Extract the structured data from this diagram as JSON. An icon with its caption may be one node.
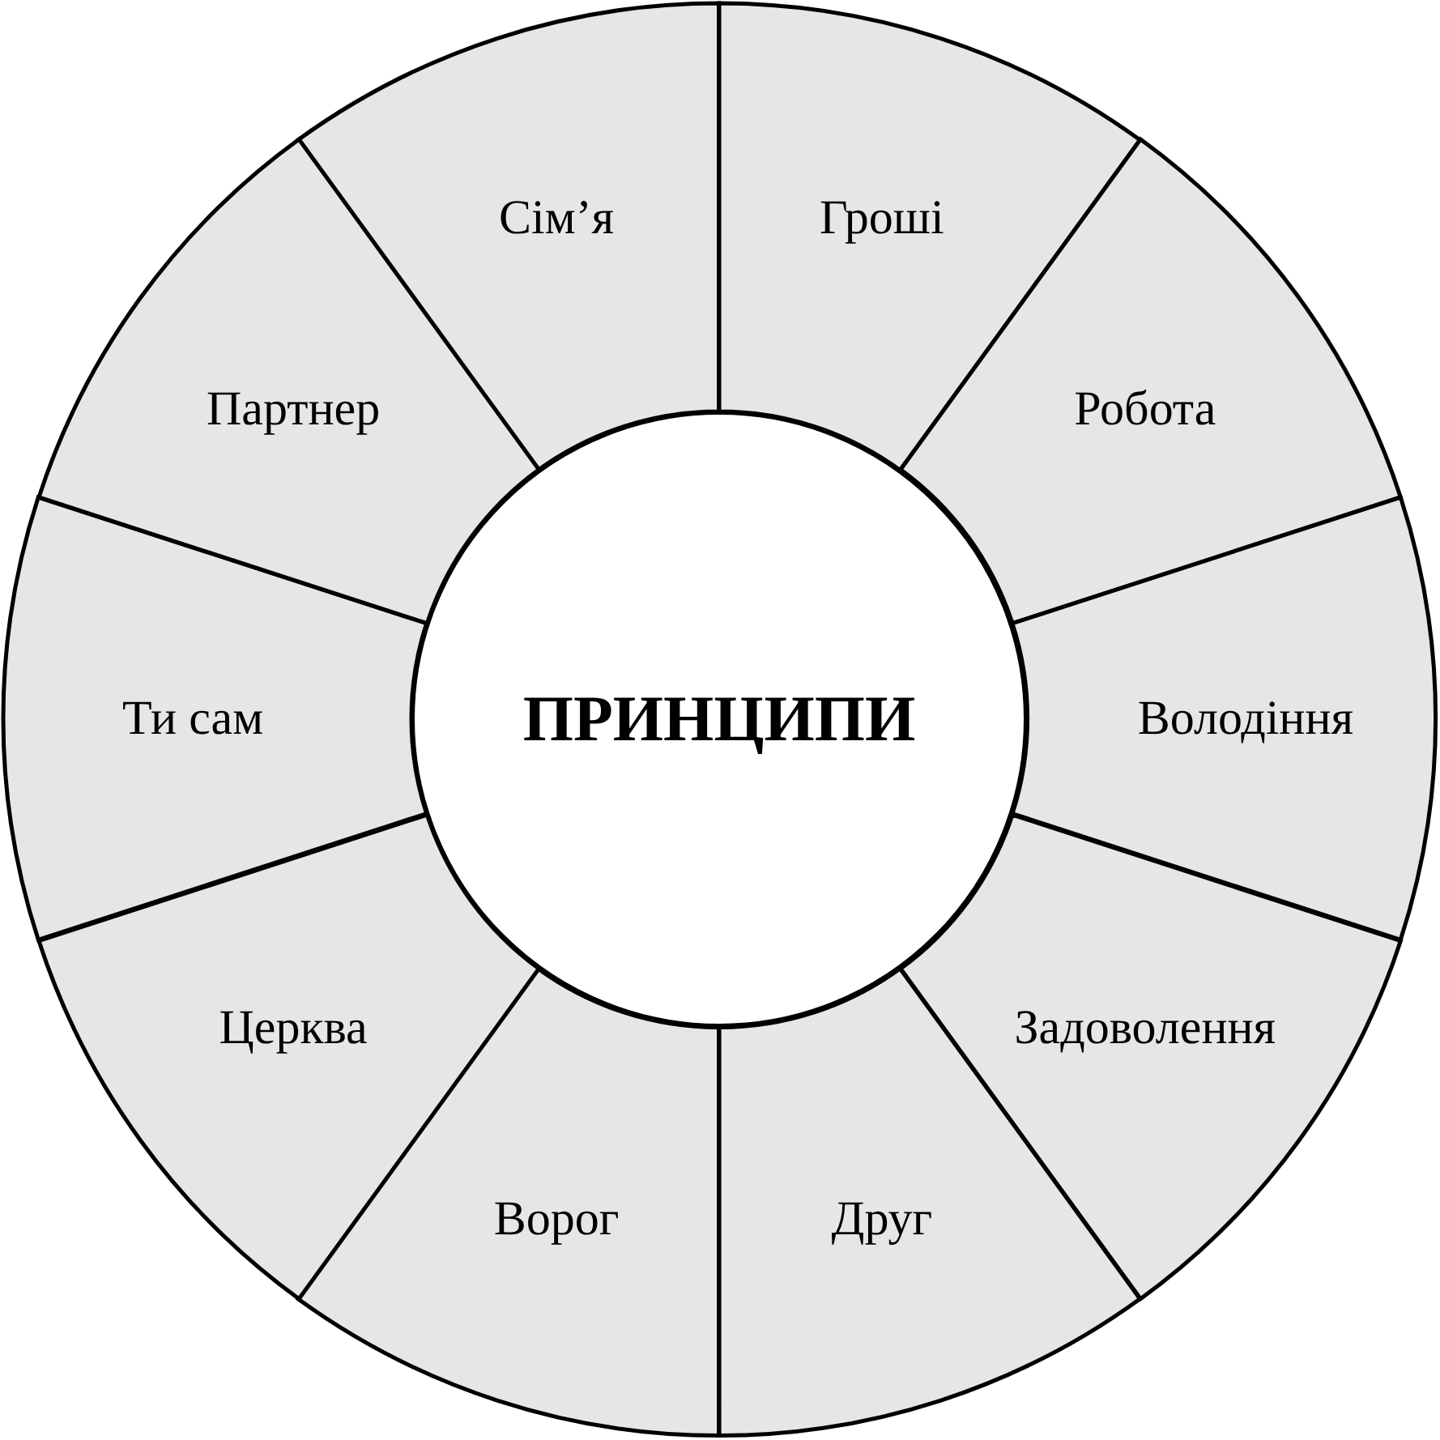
{
  "diagram": {
    "nodes": [
      {
        "text": [
          "ПРИНЦИПИ"
        ]
      },
      {
        "text": [
          "Сім’я"
        ]
      },
      {
        "text": [
          "Гроші"
        ]
      },
      {
        "text": [
          "Робота"
        ]
      },
      {
        "text": [
          "Володіння"
        ]
      },
      {
        "text": [
          "Задоволення"
        ]
      },
      {
        "text": [
          "Друг"
        ]
      },
      {
        "text": [
          "Ворог"
        ]
      },
      {
        "text": [
          "Церква"
        ]
      },
      {
        "text": [
          "Ти сам"
        ]
      },
      {
        "text": [
          "Партнер"
        ]
      }
    ]
  }
}
